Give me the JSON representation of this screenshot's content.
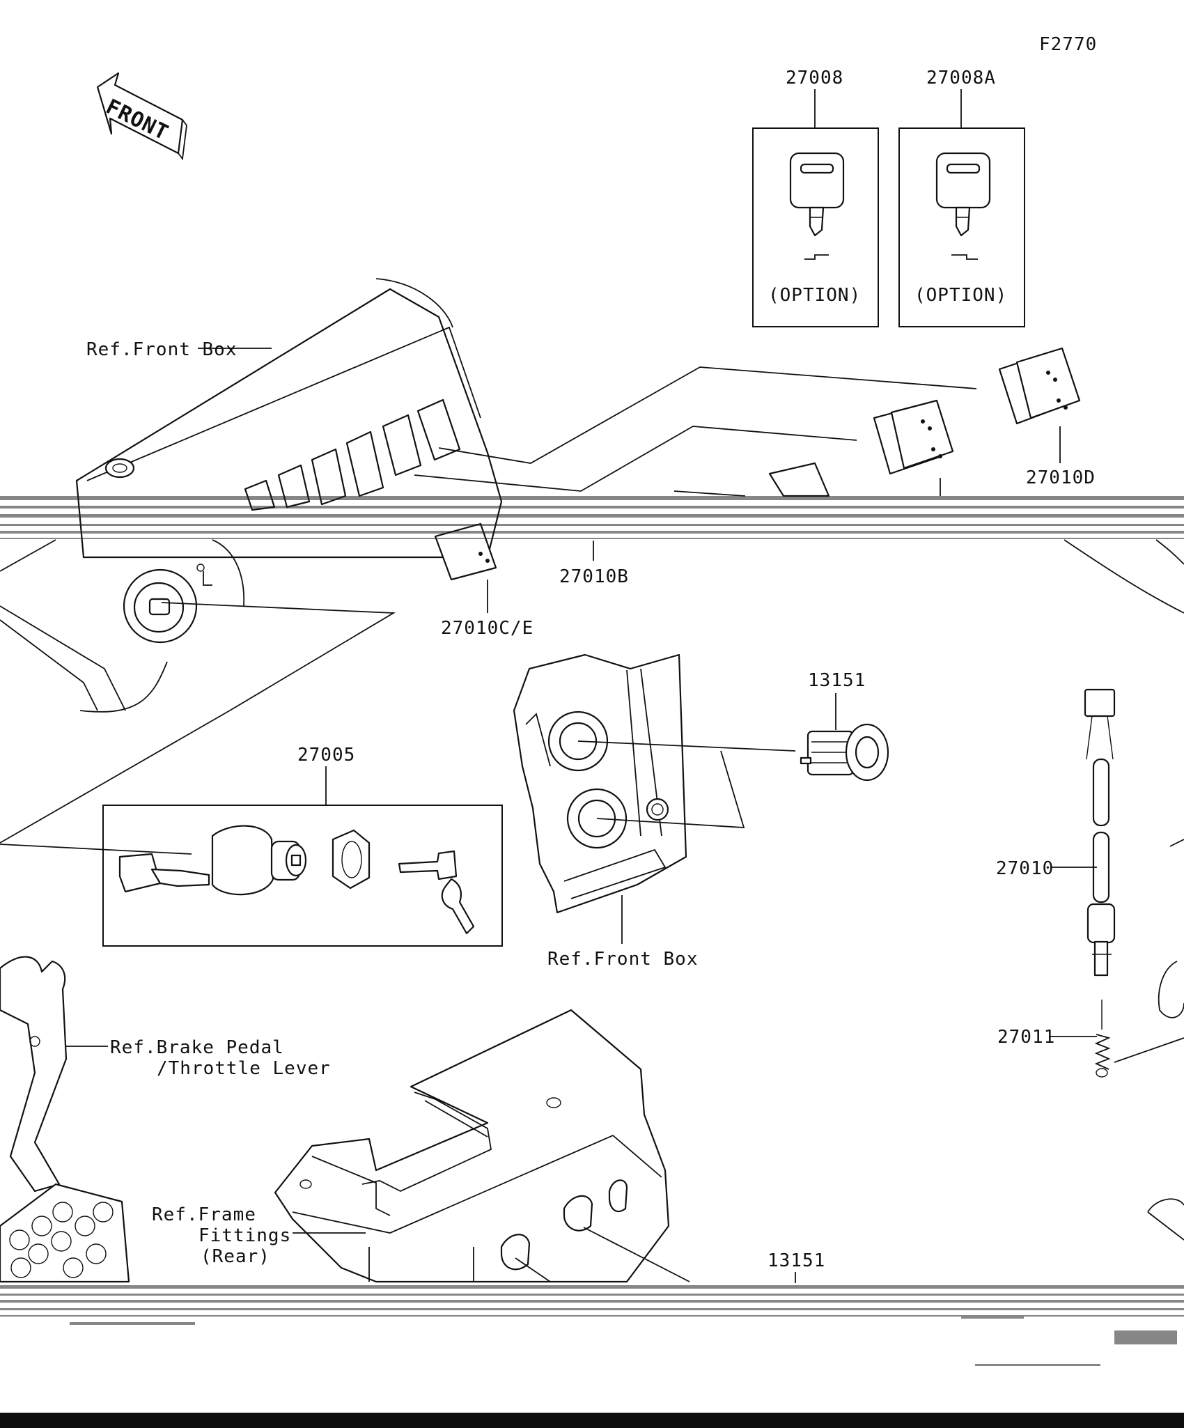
{
  "diagram_id": "F2770",
  "orientation_label": "FRONT",
  "labels": {
    "p27008": "27008",
    "p27008a": "27008A",
    "option1": "(OPTION)",
    "option2": "(OPTION)",
    "ref_front_box_top": "Ref.Front Box",
    "p27010d": "27010D",
    "p27010b": "27010B",
    "p27010ce": "27010C/E",
    "p13151_top": "13151",
    "p27005": "27005",
    "p27010": "27010",
    "ref_front_box_mid": "Ref.Front Box",
    "p27011": "27011",
    "ref_brake_line1": "Ref.Brake Pedal",
    "ref_brake_line2": "/Throttle Lever",
    "ref_frame_line1": "Ref.Frame",
    "ref_frame_line2": "Fittings",
    "ref_frame_line3": "(Rear)",
    "p13151_bottom": "13151"
  },
  "colors": {
    "ink": "#111111",
    "paper": "#ffffff",
    "bar": "#0d0d0d"
  }
}
